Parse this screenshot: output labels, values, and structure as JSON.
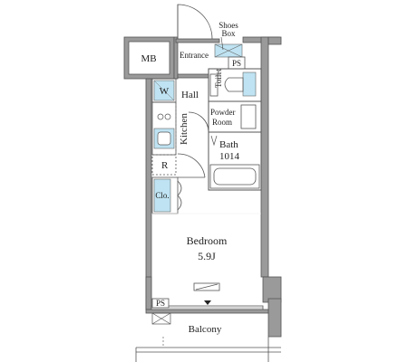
{
  "rooms": {
    "mb": "MB",
    "entrance": "Entrance",
    "shoes_box": "Shoes Box",
    "shoes_box_line1": "Shoes",
    "shoes_box_line2": "Box",
    "ps_top": "PS",
    "w": "W",
    "hall": "Hall",
    "toilet": "Toilet",
    "kitchen": "Kitchen",
    "powder_room_line1": "Powder",
    "powder_room_line2": "Room",
    "bath_line1": "Bath",
    "bath_line2": "1014",
    "r": "R",
    "clo": "Clo.",
    "bedroom": "Bedroom",
    "bedroom_size": "5.9J",
    "ps_bottom": "PS",
    "balcony": "Balcony"
  },
  "colors": {
    "fixture_fill": "#bfe3f2",
    "wall_fill": "#9a9a9a"
  }
}
